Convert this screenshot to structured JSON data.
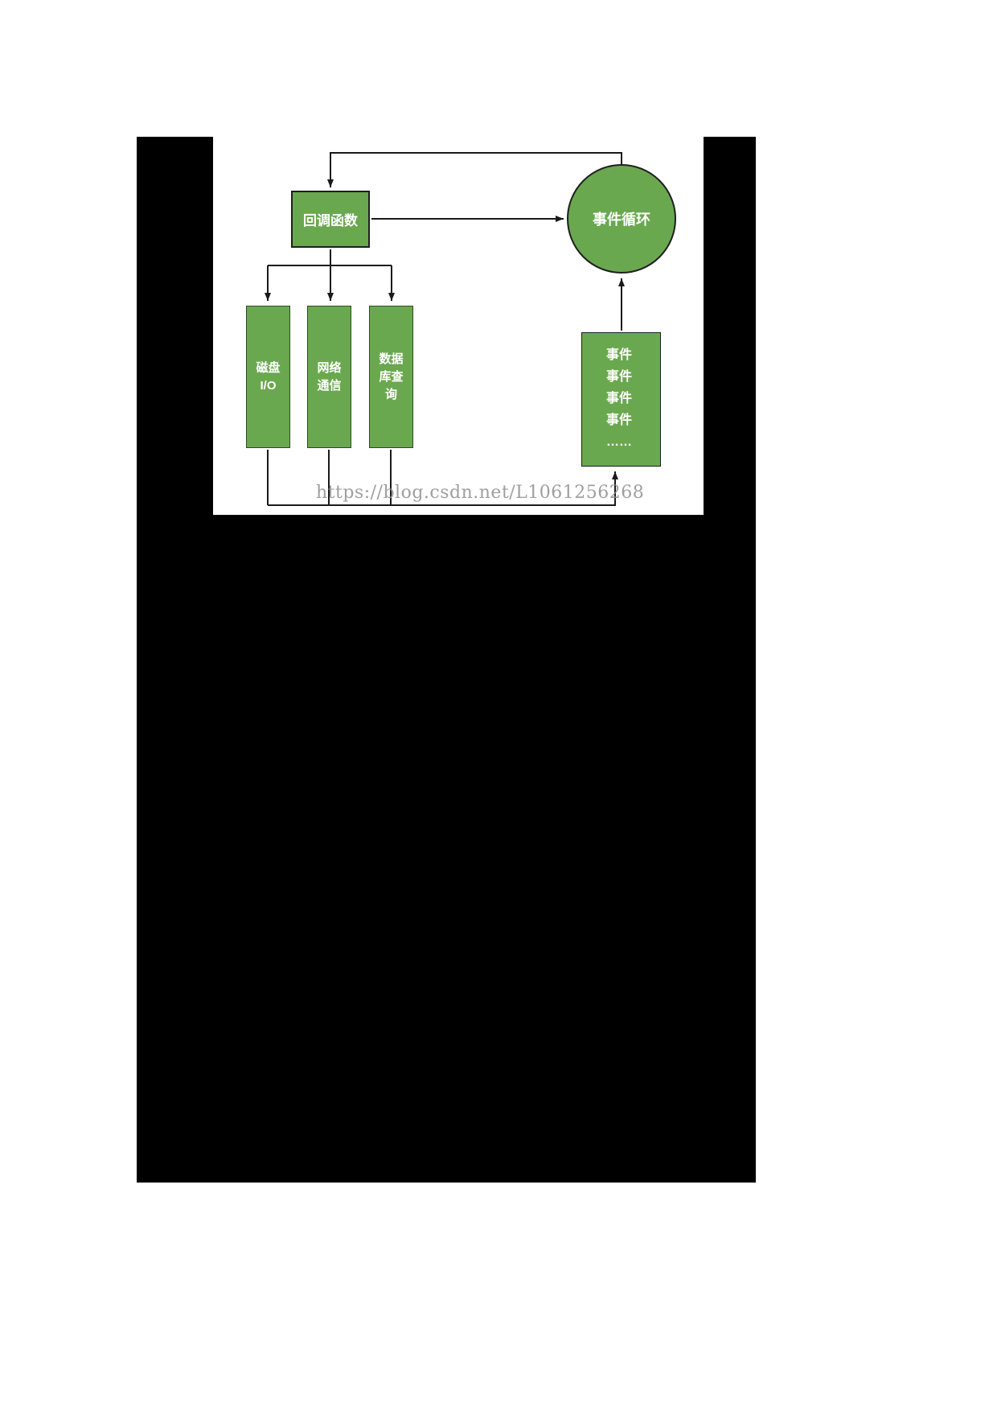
{
  "page": {
    "background": "#ffffff",
    "canvas_background": "#000000",
    "panel_background": "#ffffff"
  },
  "diagram": {
    "type": "flow-diagram",
    "colors": {
      "node_fill": "#6aa84f",
      "node_border": "#1f1f1f",
      "arrow": "#1a1a1a",
      "node_text": "#ffffff"
    },
    "nodes": {
      "callback": {
        "label": "回调函数"
      },
      "event_loop": {
        "label": "事件循环"
      },
      "disk_io": {
        "lines": [
          "磁盘",
          "I/O"
        ]
      },
      "network": {
        "lines": [
          "网络",
          "通信"
        ]
      },
      "database": {
        "lines": [
          "数据",
          "库查",
          "询"
        ]
      },
      "event_queue": {
        "lines": [
          "事件",
          "事件",
          "事件",
          "事件",
          "……"
        ]
      }
    },
    "edges": [
      {
        "from": "callback",
        "to": "event_loop"
      },
      {
        "from": "event_loop",
        "to": "callback"
      },
      {
        "from": "callback",
        "to": "disk_io"
      },
      {
        "from": "callback",
        "to": "network"
      },
      {
        "from": "callback",
        "to": "database"
      },
      {
        "from": "disk_io",
        "to": "event_queue"
      },
      {
        "from": "network",
        "to": "event_queue"
      },
      {
        "from": "database",
        "to": "event_queue"
      },
      {
        "from": "event_queue",
        "to": "event_loop"
      }
    ]
  },
  "watermark": {
    "text": "https://blog.csdn.net/L1061256268"
  }
}
